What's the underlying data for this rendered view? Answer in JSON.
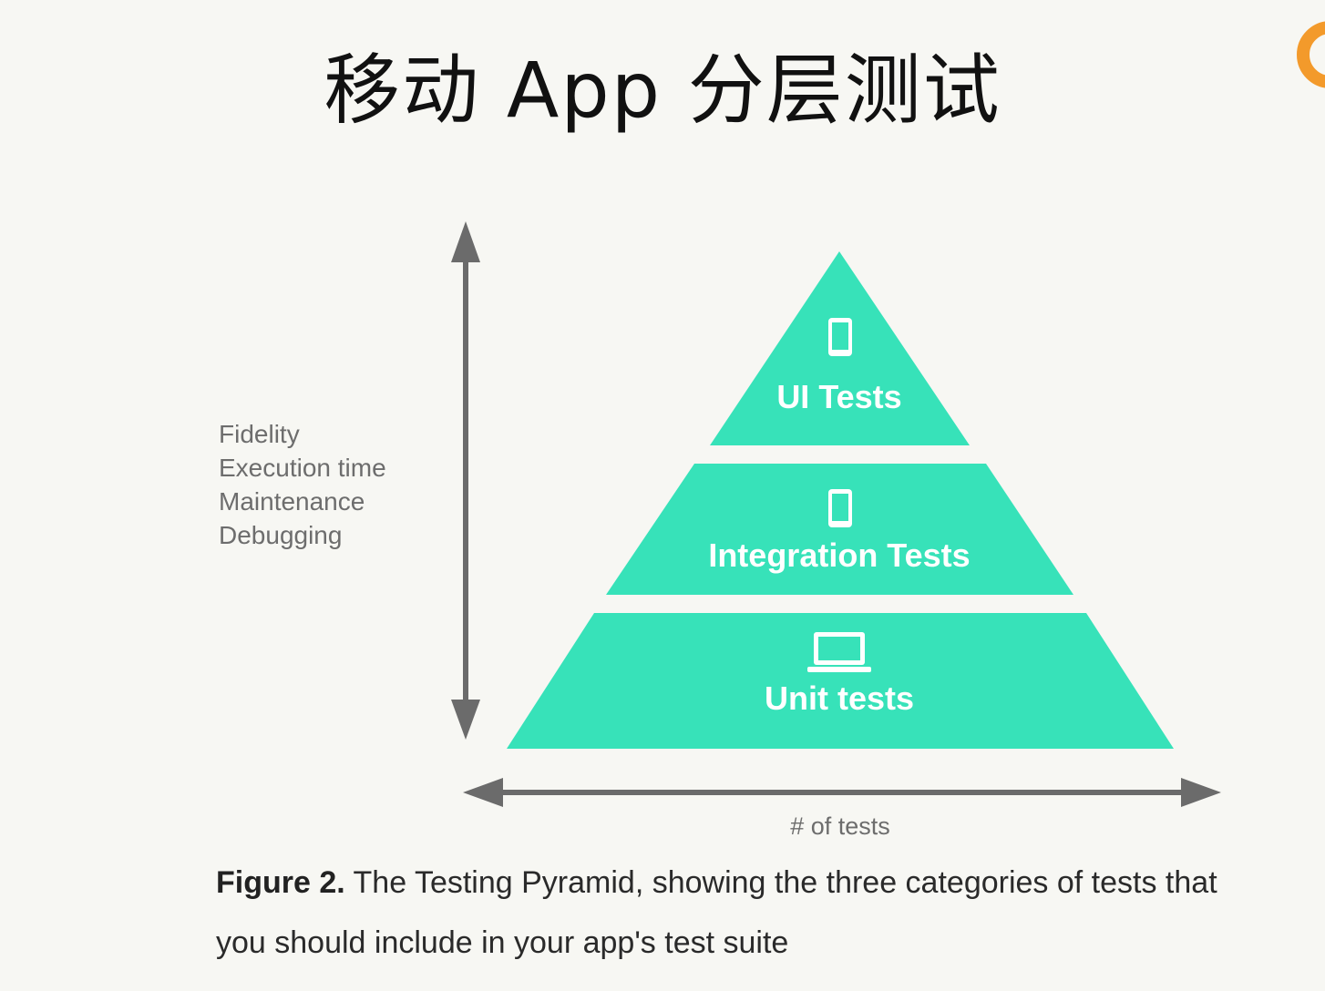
{
  "title": "移动 App 分层测试",
  "pyramid": {
    "color": "#37e2b9",
    "tiers": [
      {
        "label": "UI Tests",
        "icon": "phone-icon"
      },
      {
        "label": "Integration Tests",
        "icon": "phone-icon"
      },
      {
        "label": "Unit tests",
        "icon": "laptop-icon"
      }
    ]
  },
  "y_axis": {
    "attributes": [
      "Fidelity",
      "Execution time",
      "Maintenance",
      "Debugging"
    ]
  },
  "x_axis": {
    "label": "# of tests"
  },
  "caption": {
    "figure_label": "Figure 2.",
    "text": " The Testing Pyramid, showing the three categories of tests that you should include in your app's test suite"
  },
  "logo": {
    "color": "#f39a2b"
  }
}
